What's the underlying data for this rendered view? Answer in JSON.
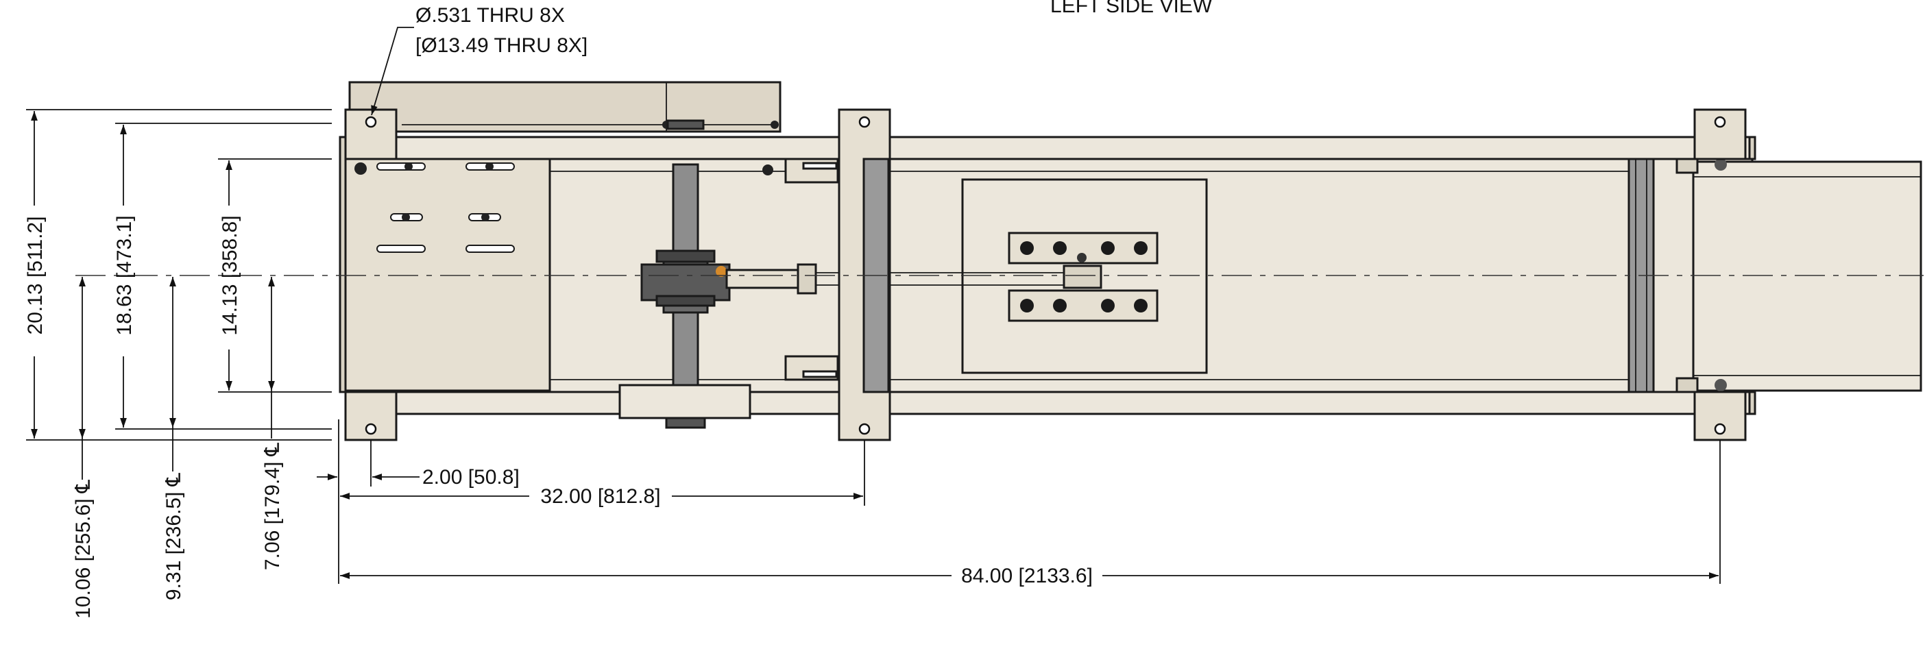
{
  "view_title": "LEFT SIDE VIEW",
  "hole_callout": {
    "imperial": "Ø.531 THRU 8X",
    "metric": "[Ø13.49 THRU 8X]"
  },
  "vertical_dimensions": [
    {
      "id": "overall-height",
      "label": "20.13 [511.2]"
    },
    {
      "id": "frame-height",
      "label": "18.63 [473.1]"
    },
    {
      "id": "plate-height",
      "label": "14.13 [358.8]"
    }
  ],
  "centerline_dimensions": [
    {
      "id": "cl-to-bottom",
      "label": "10.06 [255.6] ℄"
    },
    {
      "id": "cl-to-frame-bottom",
      "label": "9.31 [236.5] ℄"
    },
    {
      "id": "cl-to-plate-bottom",
      "label": "7.06 [179.4] ℄"
    }
  ],
  "horizontal_dimensions": [
    {
      "id": "hole-offset",
      "label": "2.00 [50.8]"
    },
    {
      "id": "first-bracket",
      "label": "32.00 [812.8]"
    },
    {
      "id": "second-bracket",
      "label": "84.00 [2133.6]"
    }
  ],
  "colors": {
    "body": "#ece7dc",
    "body_dark": "#ddd6c7",
    "steel": "#8d8d8d",
    "steel_dark": "#555555",
    "line": "#1a1a1a"
  }
}
